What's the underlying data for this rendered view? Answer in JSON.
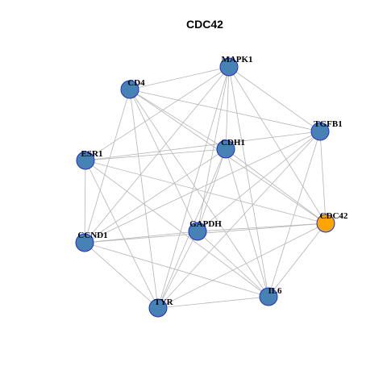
{
  "title": "CDC42",
  "colors": {
    "node_default": "#4682b4",
    "node_focus": "#ffa500",
    "node_border": "#1f2fd0",
    "edge": "#b5b5b5",
    "text": "#000000"
  },
  "nodes": [
    {
      "id": "MAPK1",
      "label": "MAPK1",
      "focus": false
    },
    {
      "id": "CD4",
      "label": "CD4",
      "focus": false
    },
    {
      "id": "TGFB1",
      "label": "TGFB1",
      "focus": false
    },
    {
      "id": "ESR1",
      "label": "ESR1",
      "focus": false
    },
    {
      "id": "CDH1",
      "label": "CDH1",
      "focus": false
    },
    {
      "id": "CDC42",
      "label": "CDC42",
      "focus": true
    },
    {
      "id": "GAPDH",
      "label": "GAPDH",
      "focus": false
    },
    {
      "id": "CCND1",
      "label": "CCND1",
      "focus": false
    },
    {
      "id": "IL6",
      "label": "IL6",
      "focus": false
    },
    {
      "id": "TYR",
      "label": "TYR",
      "focus": false
    }
  ],
  "edges": [
    [
      "MAPK1",
      "CD4"
    ],
    [
      "MAPK1",
      "TGFB1"
    ],
    [
      "MAPK1",
      "ESR1"
    ],
    [
      "MAPK1",
      "CDH1"
    ],
    [
      "MAPK1",
      "CDC42"
    ],
    [
      "MAPK1",
      "GAPDH"
    ],
    [
      "MAPK1",
      "CCND1"
    ],
    [
      "MAPK1",
      "IL6"
    ],
    [
      "MAPK1",
      "TYR"
    ],
    [
      "CD4",
      "TGFB1"
    ],
    [
      "CD4",
      "CDH1"
    ],
    [
      "CD4",
      "CDC42"
    ],
    [
      "CD4",
      "GAPDH"
    ],
    [
      "CD4",
      "CCND1"
    ],
    [
      "CD4",
      "IL6"
    ],
    [
      "CD4",
      "TYR"
    ],
    [
      "TGFB1",
      "ESR1"
    ],
    [
      "TGFB1",
      "CDC42"
    ],
    [
      "TGFB1",
      "GAPDH"
    ],
    [
      "TGFB1",
      "CCND1"
    ],
    [
      "TGFB1",
      "IL6"
    ],
    [
      "TGFB1",
      "TYR"
    ],
    [
      "ESR1",
      "CDH1"
    ],
    [
      "ESR1",
      "CDC42"
    ],
    [
      "ESR1",
      "CCND1"
    ],
    [
      "ESR1",
      "IL6"
    ],
    [
      "ESR1",
      "TYR"
    ],
    [
      "CDH1",
      "CCND1"
    ],
    [
      "CDH1",
      "GAPDH"
    ],
    [
      "CDH1",
      "IL6"
    ],
    [
      "CDH1",
      "TYR"
    ],
    [
      "CDH1",
      "CDC42"
    ],
    [
      "CDC42",
      "GAPDH"
    ],
    [
      "CDC42",
      "CCND1"
    ],
    [
      "CDC42",
      "IL6"
    ],
    [
      "CDC42",
      "TYR"
    ],
    [
      "GAPDH",
      "CCND1"
    ],
    [
      "GAPDH",
      "IL6"
    ],
    [
      "GAPDH",
      "TYR"
    ],
    [
      "CCND1",
      "IL6"
    ],
    [
      "CCND1",
      "TYR"
    ],
    [
      "IL6",
      "TYR"
    ]
  ]
}
